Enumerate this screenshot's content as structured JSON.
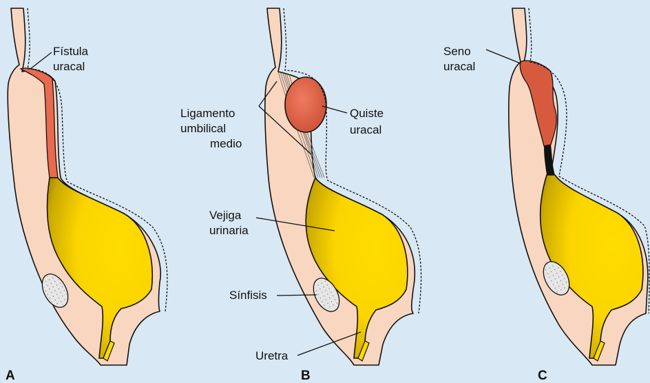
{
  "colors": {
    "background": "#d8e8f4",
    "tissue": "#f9d6bf",
    "bladder": "#ffd900",
    "bladder_shade": "#b79a00",
    "urachal_lesion": "#e96a4f",
    "symphysis": "#e6e6e6"
  },
  "panels": {
    "a": {
      "letter": "A",
      "fistula_label_line1": "Fístula",
      "fistula_label_line2": "uracal"
    },
    "b": {
      "letter": "B",
      "ligament_label_line1": "Ligamento",
      "ligament_label_line2": "umbilical",
      "ligament_label_line3": "medio",
      "cyst_label_line1": "Quiste",
      "cyst_label_line2": "uracal",
      "bladder_label_line1": "Vejiga",
      "bladder_label_line2": "urinaria",
      "symphysis_label": "Sínfisis",
      "urethra_label": "Uretra"
    },
    "c": {
      "letter": "C",
      "sinus_label_line1": "Seno",
      "sinus_label_line2": "uracal"
    }
  }
}
